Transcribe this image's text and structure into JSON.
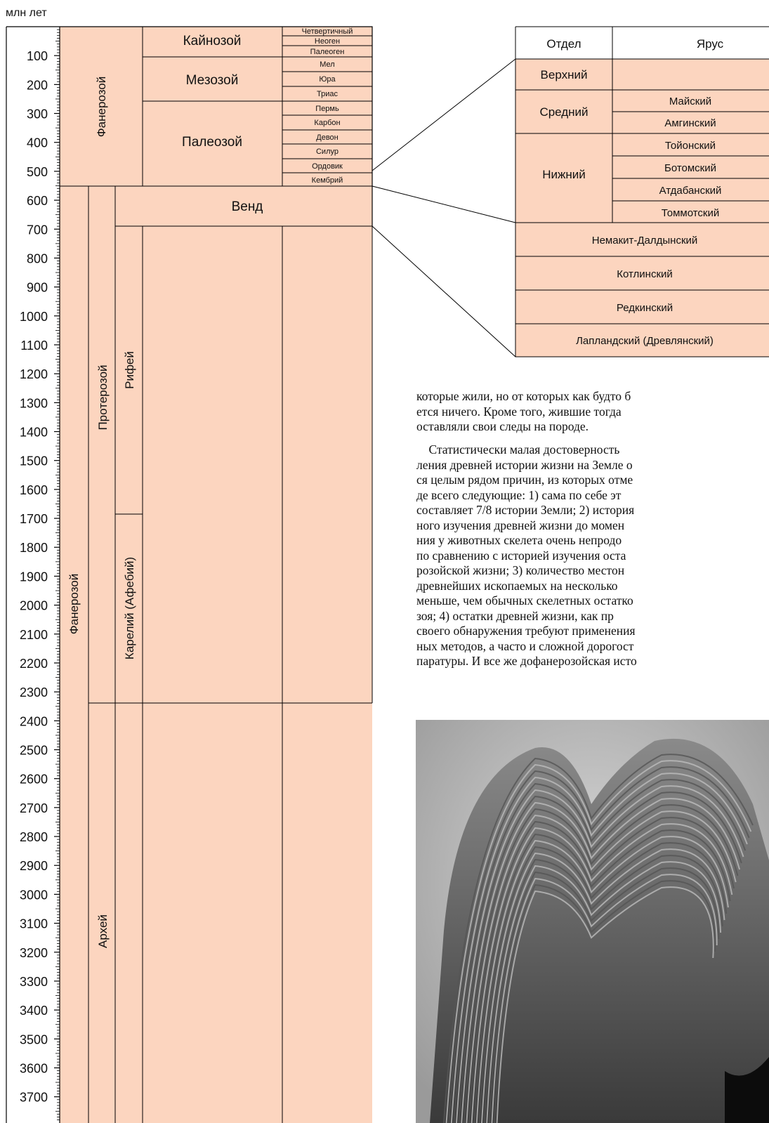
{
  "axis_unit": "млн лет",
  "ticks": [
    "100",
    "200",
    "300",
    "400",
    "500",
    "600",
    "700",
    "800",
    "900",
    "1000",
    "1100",
    "1200",
    "1300",
    "1400",
    "1500",
    "1600",
    "1700",
    "1800",
    "1900",
    "2000",
    "2100",
    "2200",
    "2300",
    "2400",
    "2500",
    "2600",
    "2700",
    "2800",
    "2900",
    "3000",
    "3100",
    "3200",
    "3300",
    "3400",
    "3500",
    "3600",
    "3700"
  ],
  "eons": {
    "phanerozoic": "Фанерозой",
    "lower_phanerozoic": "Фанерозой",
    "proterozoic": "Протерозой",
    "archean": "Архей",
    "vend": "Венд",
    "riphean": "Рифей",
    "karelian": "Карелий (Афебий)"
  },
  "eras": {
    "cenozoic": "Кайнозой",
    "mesozoic": "Мезозой",
    "paleozoic": "Палеозой"
  },
  "periods": [
    "Четвертичный",
    "Неоген",
    "Палеоген",
    "Мел",
    "Юра",
    "Триас",
    "Пермь",
    "Карбон",
    "Девон",
    "Силур",
    "Ордовик",
    "Кембрий"
  ],
  "detail_table": {
    "header_section": "Отдел",
    "header_stage": "Ярус",
    "upper": "Верхний",
    "middle": "Средний",
    "lower": "Нижний",
    "stages": [
      "Майский",
      "Амгинский",
      "Тойонский",
      "Ботомский",
      "Атдабанский",
      "Томмотский"
    ],
    "vendian_stages": [
      "Немакит-Далдынский",
      "Котлинский",
      "Редкинский",
      "Лапландский (Древлянский)"
    ]
  },
  "paragraph1": [
    "которые жили, но от которых как будто б",
    "ется ничего. Кроме того, жившие тогда",
    "оставляли свои следы на породе."
  ],
  "paragraph2": [
    "    Статистически малая достоверность",
    "ления древней истории жизни на Земле о",
    "ся целым рядом причин, из которых отме",
    "де всего следующие: 1) сама по себе эт",
    "составляет 7/8 истории Земли; 2) история",
    "ного изучения древней жизни до момен",
    "ния у животных скелета очень непродо",
    "по сравнению с историей изучения оста",
    "розойской жизни; 3) количество местон",
    "древнейших ископаемых на несколько",
    "меньше, чем обычных скелетных остатко",
    "зоя; 4) остатки древней жизни, как пр",
    "своего обнаружения требуют применения",
    "ных методов, а часто и сложной дорогост",
    "паратуры. И все же дофанерозойская исто"
  ],
  "colors": {
    "fill": "#fcd5bf",
    "line": "#000000"
  }
}
